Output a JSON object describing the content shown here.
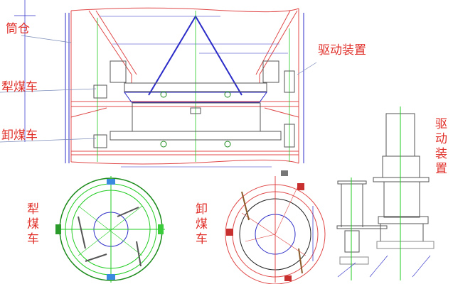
{
  "labels": {
    "silo": "筒仓",
    "plow_car": "犁煤车",
    "unload_car": "卸煤车",
    "drive_device": "驱动装置",
    "plow_car_plan": "犁煤车",
    "unload_car_plan": "卸煤车",
    "drive_device_detail": "驱动装置"
  },
  "colors": {
    "label": "#e0302a",
    "outline_red": "#e04848",
    "structure_blue": "#2c2cc8",
    "centerline_green": "#22cc22",
    "equipment_gray": "#555555"
  }
}
